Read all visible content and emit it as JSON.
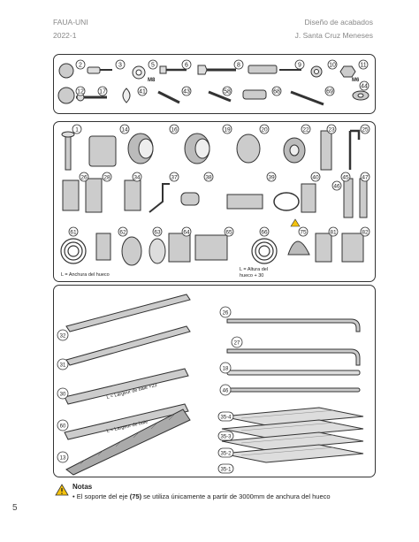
{
  "header": {
    "left_line1": "FAUA-UNI",
    "left_line2": "2022-1",
    "right_line1": "Diseño de acabados",
    "right_line2": "J. Santa Cruz Meneses"
  },
  "panel1": {
    "labels": [
      "2",
      "3",
      "5",
      "6",
      "8",
      "9",
      "10",
      "11",
      "12",
      "17",
      "41",
      "43",
      "58",
      "68",
      "69",
      "44"
    ],
    "m8": "M8",
    "m6": "M6"
  },
  "panel2": {
    "labels": [
      "1",
      "14",
      "16",
      "19",
      "20",
      "22",
      "23",
      "25",
      "26",
      "28",
      "34",
      "37",
      "38",
      "39",
      "40",
      "45",
      "46",
      "47",
      "61",
      "62",
      "63",
      "64",
      "65",
      "66",
      "75",
      "81",
      "82"
    ],
    "caption_left": "L = Anchura del hueco",
    "caption_right_1": "L = Altura del",
    "caption_right_2": "hueco + 30"
  },
  "panel3": {
    "left_labels": [
      "32",
      "31",
      "30",
      "60",
      "13"
    ],
    "right_labels": [
      "26",
      "27",
      "18",
      "46",
      "35-4",
      "35-3",
      "35-2",
      "35-1"
    ],
    "rail_text_1": "L = Largeur de baie +23",
    "rail_text_2": "L = Largeur de baie"
  },
  "notes": {
    "title": "Notas",
    "text_before": "• El soporte del eje ",
    "text_bold": "(75)",
    "text_after": " se utiliza únicamente a partir de 3000mm de anchura del hueco"
  },
  "page_number": "5"
}
